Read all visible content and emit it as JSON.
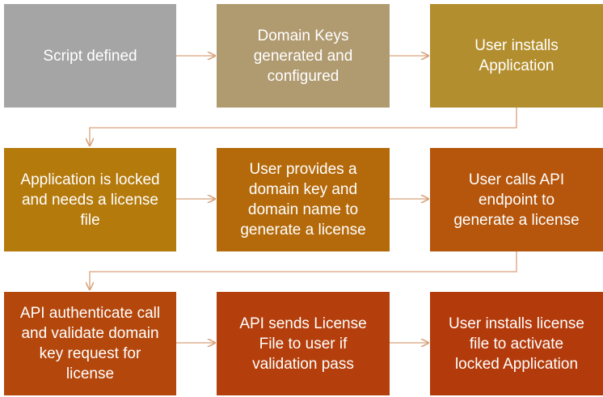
{
  "steps": [
    {
      "label": "Script defined",
      "color": "#a5a5a5"
    },
    {
      "label": "Domain Keys\ngenerated and\nconfigured",
      "color": "#b09a70"
    },
    {
      "label": "User installs\nApplication",
      "color": "#b38e2e"
    },
    {
      "label": "Application is locked\nand needs a license\nfile",
      "color": "#b47a0c"
    },
    {
      "label": "User provides a\ndomain key and\ndomain name to\ngenerate a license",
      "color": "#b46a0a"
    },
    {
      "label": "User calls API\nendpoint to\ngenerate a license",
      "color": "#b5560c"
    },
    {
      "label": "API authenticate call\nand validate domain\nkey request for\nlicense",
      "color": "#b4470c"
    },
    {
      "label": "API sends License\nFile to user if\nvalidation pass",
      "color": "#b43f0c"
    },
    {
      "label": "User installs license\nfile to activate\nlocked Application",
      "color": "#b33a0b"
    }
  ],
  "connector_color": "#d9a07a"
}
